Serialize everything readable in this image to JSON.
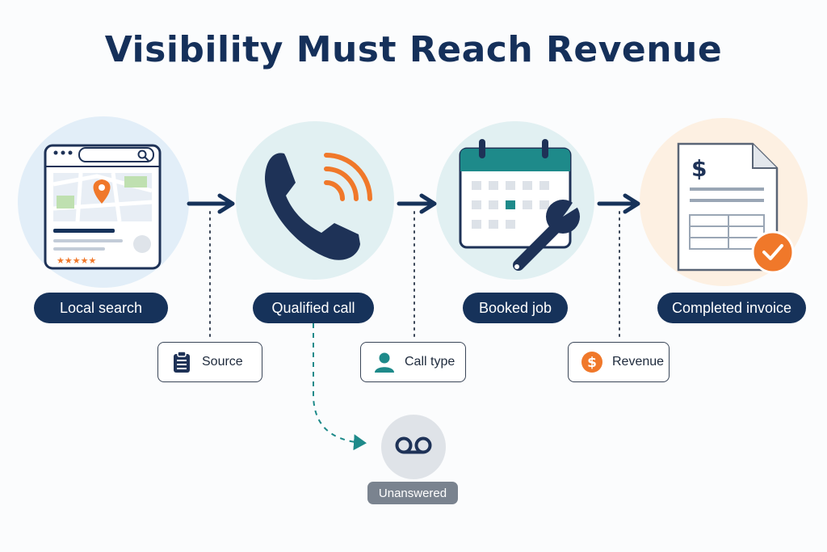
{
  "title": "Visibility Must Reach Revenue",
  "stages": [
    {
      "label": "Local search",
      "icon": "browser-map-icon"
    },
    {
      "label": "Qualified call",
      "icon": "phone-ringing-icon"
    },
    {
      "label": "Booked job",
      "icon": "calendar-wrench-icon"
    },
    {
      "label": "Completed invoice",
      "icon": "invoice-check-icon"
    }
  ],
  "tags": [
    {
      "label": "Source",
      "icon": "clipboard-icon"
    },
    {
      "label": "Call type",
      "icon": "person-icon"
    },
    {
      "label": "Revenue",
      "icon": "dollar-coin-icon"
    }
  ],
  "branch": {
    "label": "Unanswered",
    "icon": "voicemail-icon"
  },
  "colors": {
    "navy": "#16325a",
    "orange": "#f0782a",
    "teal": "#1e8a8a",
    "gray": "#7a838f"
  }
}
